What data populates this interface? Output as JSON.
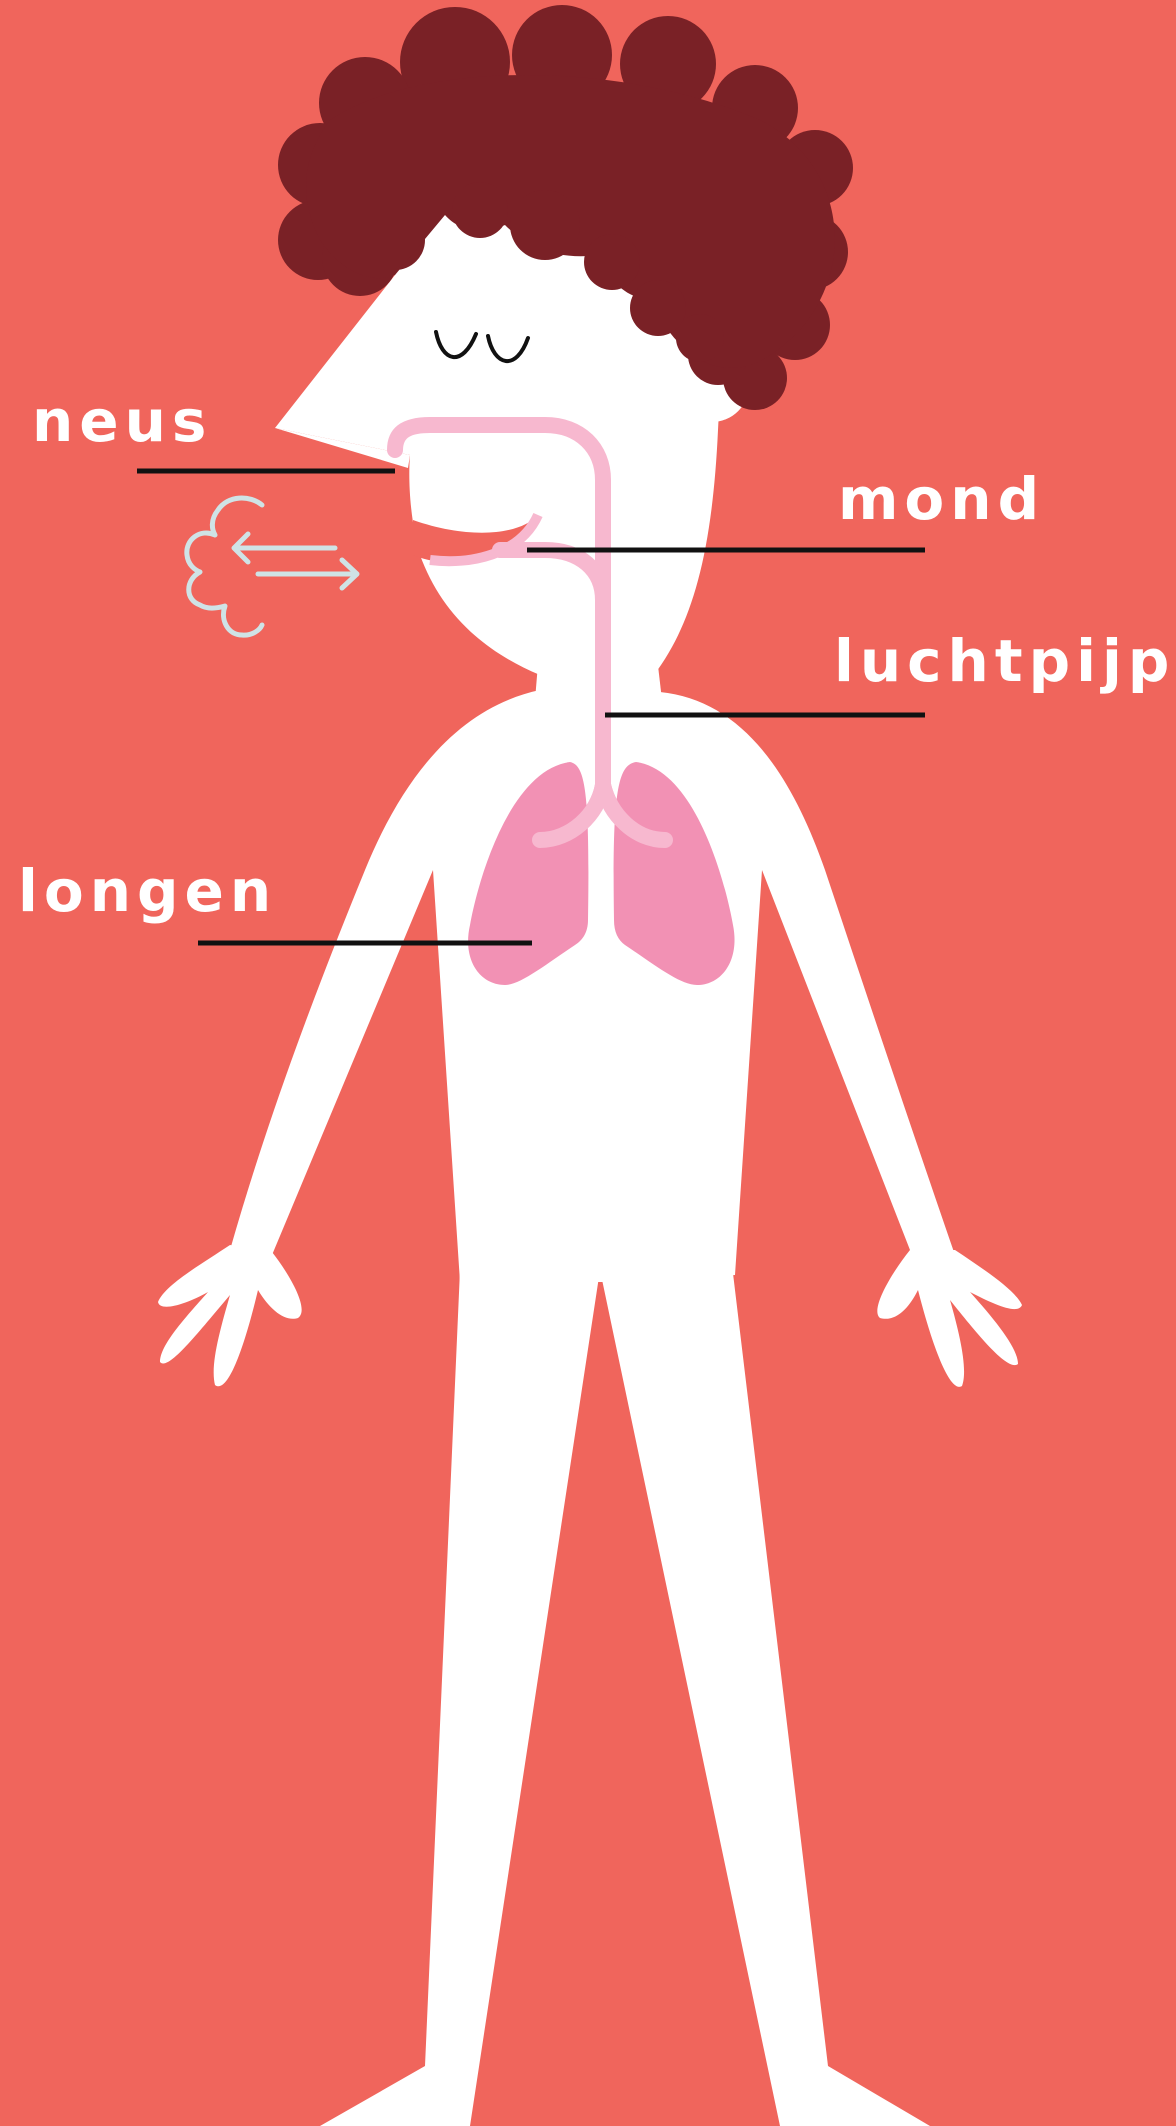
{
  "colors": {
    "background": "#F0655C",
    "body": "#FFFFFF",
    "hair": "#7A2126",
    "airway": "#F7B8CF",
    "lungs": "#F291B4",
    "breath": "#CFE3E6",
    "leader_line": "#111111"
  },
  "labels": {
    "neus": "neus",
    "mond": "mond",
    "luchtpijp": "luchtpijp",
    "longen": "longen"
  },
  "icons": {
    "breath": "breath-cloud-icon",
    "arrows": "in-out-arrows-icon"
  }
}
